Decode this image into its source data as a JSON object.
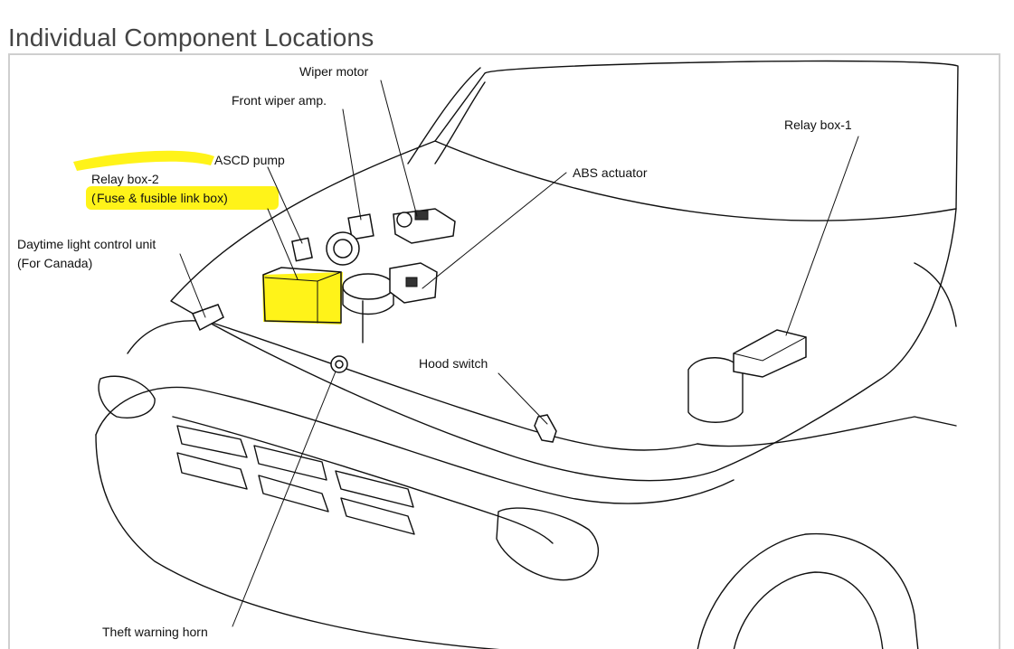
{
  "page": {
    "title": "Individual Component Locations"
  },
  "diagram": {
    "colors": {
      "highlight": "#fff200",
      "line": "#111111",
      "frame_border": "#cfcfcf"
    },
    "labels": {
      "wiper_motor": "Wiper motor",
      "front_wiper_amp": "Front wiper amp.",
      "relay_box_1": "Relay box-1",
      "ascd_pump": "ASCD pump",
      "abs_actuator": "ABS actuator",
      "relay_box_2": "Relay box-2",
      "relay_box_2_sub_open": "(",
      "relay_box_2_sub": "Fuse & fusible link box)",
      "daytime_light": "Daytime light control unit",
      "daytime_light_sub": "(For Canada)",
      "hood_switch": "Hood switch",
      "theft_warning_horn": "Theft warning horn"
    }
  }
}
